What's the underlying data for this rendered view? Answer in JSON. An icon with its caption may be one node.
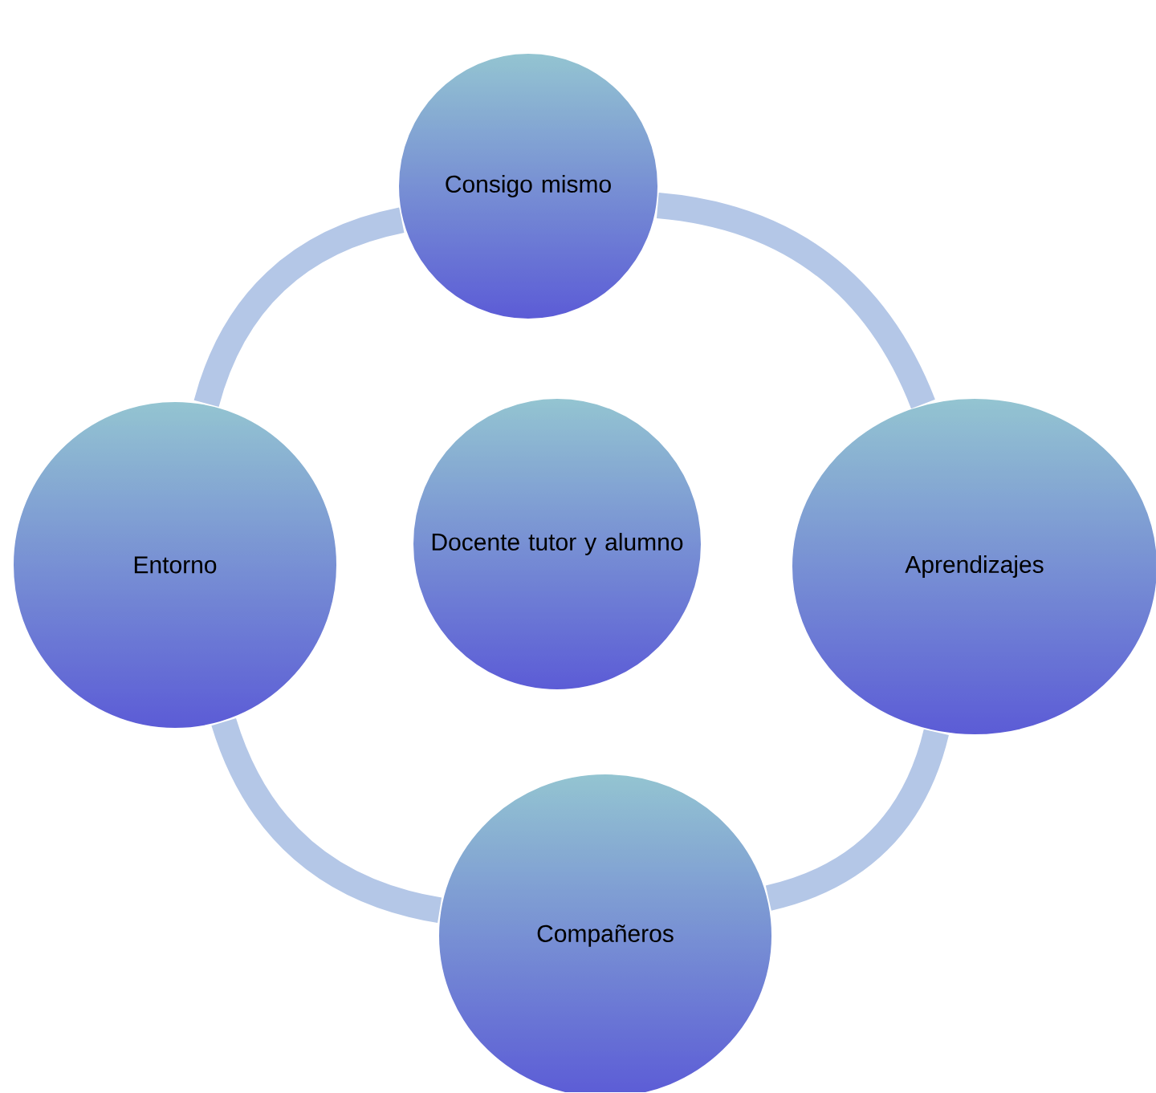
{
  "diagram": {
    "nodes": [
      {
        "text": [
          "Consigo mismo"
        ]
      },
      {
        "text": [
          "Entorno"
        ]
      },
      {
        "text": [
          "Docente tutor y alumno"
        ]
      },
      {
        "text": [
          "Aprendizajes"
        ]
      },
      {
        "text": [
          "Compañeros"
        ]
      }
    ],
    "edges": [
      {
        "from": 0,
        "to": 3,
        "arrow": "none"
      },
      {
        "from": 3,
        "to": 4,
        "arrow": "none"
      },
      {
        "from": 4,
        "to": 1,
        "arrow": "none"
      },
      {
        "from": 1,
        "to": 0,
        "arrow": "none"
      }
    ]
  }
}
